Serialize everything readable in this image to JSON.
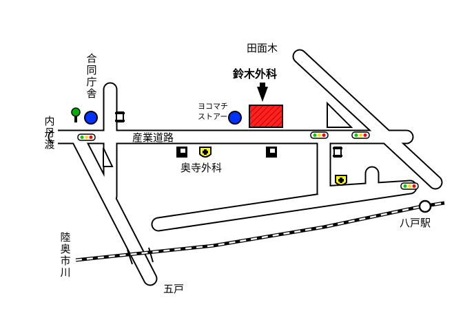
{
  "labels": {
    "tanamenki": "田面木",
    "suzuki": "鈴木外科",
    "godo": "合同庁舎",
    "yokomachi_l1": "ヨコマチ",
    "yokomachi_l2": "ストアー",
    "uchifunato": "内丹渡",
    "sangyo_road": "産業道路",
    "okudera": "奥寺外科",
    "mutsu": "陸奥市川",
    "hachinohe": "八戸駅",
    "gonohe": "五戸"
  },
  "colors": {
    "target_fill": "#ff2020",
    "landmark_blue": "#0033ff",
    "hospital_yellow": "#ffff00",
    "tree_green": "#00b000",
    "signal_red": "#ff0000",
    "signal_green": "#00cc00",
    "signal_yellow": "#ffdd00"
  },
  "icons": [
    "tree-icon",
    "post-office-icon",
    "gas-station-icon",
    "hospital-icon",
    "traffic-signal-icon",
    "station-icon",
    "arrow-down-icon"
  ]
}
